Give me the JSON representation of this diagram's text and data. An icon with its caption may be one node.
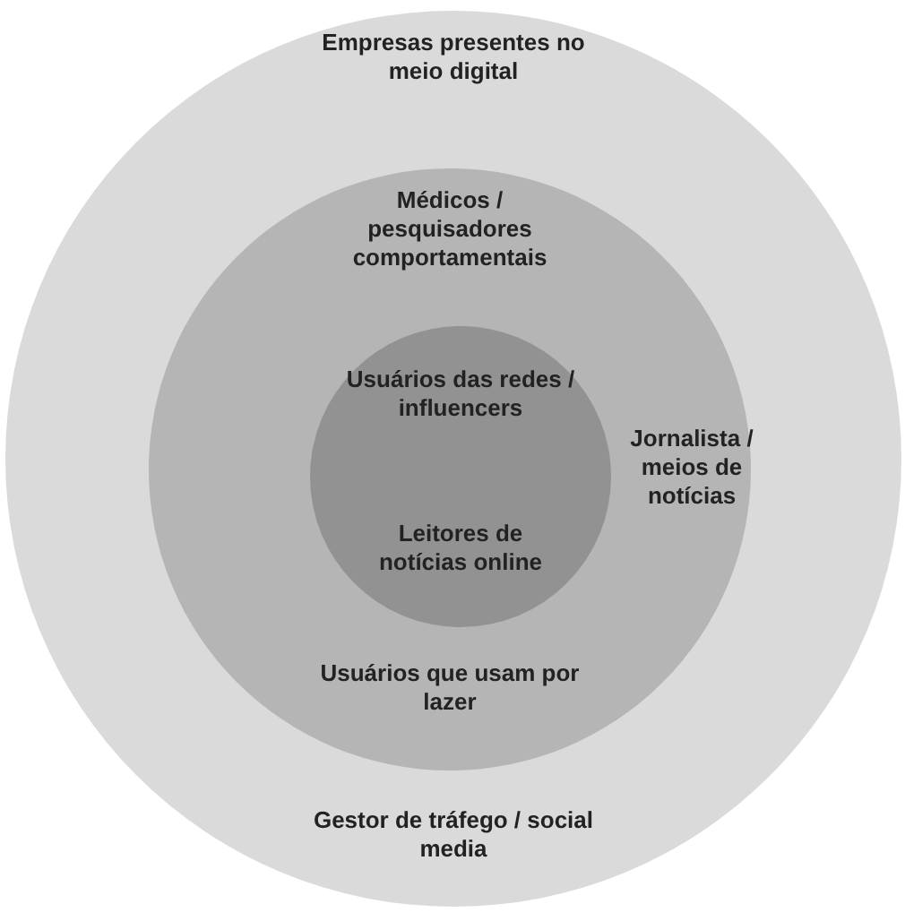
{
  "diagram": {
    "nodes": [
      {
        "text": [
          "Empresas presentes no meio digital",
          "Gestor de tráfego / social media"
        ]
      },
      {
        "text": [
          "Médicos / pesquisadores comportamentais",
          "Jornalista / meios de notícias",
          "Usuários que usam por lazer"
        ],
        "in": 0
      },
      {
        "text": [
          "Usuários das redes / influencers",
          "Leitores de notícias online"
        ],
        "in": 1
      }
    ]
  }
}
